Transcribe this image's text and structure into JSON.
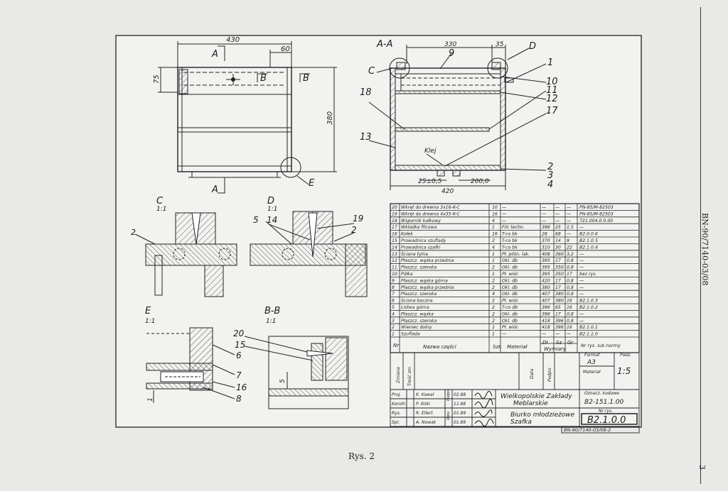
{
  "figure": {
    "caption": "Rys. 2",
    "side_code": "BN-90/7140-03/08",
    "page_number": "3"
  },
  "views": {
    "front": {
      "dims": {
        "width": "430",
        "top": "60",
        "left": "75",
        "height": "380"
      },
      "labels": {
        "sec_a_top": "A",
        "sec_a_bottom": "A",
        "sec_b1": "B",
        "sec_b2": "B",
        "detail_e": "E"
      }
    },
    "section_aa": {
      "title": "A-A",
      "dims": {
        "inner": "330",
        "right": "35",
        "bottom": "420",
        "tol_left": "25±0,5",
        "tol_right": "200,0"
      },
      "labels": {
        "c": "C",
        "d": "D",
        "glue": "Klej",
        "nine": "9"
      },
      "parts": [
        "1",
        "10",
        "11",
        "12",
        "17",
        "18",
        "13",
        "2",
        "3",
        "4"
      ]
    },
    "detail_c": {
      "title": "C",
      "scale": "1:1",
      "part": "2"
    },
    "detail_d": {
      "title": "D",
      "scale": "1:1",
      "parts": [
        "5",
        "14",
        "19",
        "2"
      ]
    },
    "detail_e": {
      "title": "E",
      "scale": "1:1",
      "parts": [
        "20",
        "15",
        "6",
        "7",
        "16",
        "8"
      ],
      "dim": "1"
    },
    "detail_bb": {
      "title": "B-B",
      "scale": "1:1",
      "dim": "5"
    }
  },
  "bom": {
    "rows": [
      [
        "20",
        "Wkręt do drewna 3x16-K-C",
        "10",
        "—",
        "—",
        "—",
        "—",
        "PN-85/M-82503"
      ],
      [
        "19",
        "Wkręt do drewna 4x35-K-C",
        "16",
        "—",
        "—",
        "—",
        "—",
        "PN-85/M-82503"
      ],
      [
        "18",
        "Wspornik kołkowy",
        "4",
        "—",
        "—",
        "—",
        "—",
        "721.004.0.0.00"
      ],
      [
        "17",
        "Wkładka filcowa",
        "1",
        "Filc techn.",
        "396",
        "25",
        "1,5",
        "—"
      ],
      [
        "16",
        "Kołek",
        "16",
        "T-co bk",
        "28",
        "68",
        "—",
        "B2.0.0.6"
      ],
      [
        "15",
        "Prowadnica szuflady",
        "2",
        "T-co bk",
        "370",
        "14",
        "9",
        "B2.1.0.5"
      ],
      [
        "14",
        "Prowadnica szafki",
        "4",
        "T-co bk",
        "310",
        "30",
        "22",
        "B2.1.0.4"
      ],
      [
        "13",
        "Ściana tylna",
        "1",
        "Pł. pilśn. lak.",
        "408",
        "360",
        "3,2",
        "—"
      ],
      [
        "12",
        "Płaszcz. wąska przednia",
        "1",
        "Okl. db",
        "395",
        "17",
        "0,8",
        "—"
      ],
      [
        "11",
        "Płaszcz. szeroka",
        "2",
        "Okl. db",
        "395",
        "350",
        "0,8",
        "—"
      ],
      [
        "10",
        "Półka",
        "1",
        "Pł. wiór.",
        "395",
        "350",
        "17",
        "bez rys."
      ],
      [
        "9",
        "Płaszcz. wąska górna",
        "2",
        "Okl. db",
        "420",
        "17",
        "0,8",
        "—"
      ],
      [
        "8",
        "Płaszcz. wąska przednia",
        "2",
        "Okl. db",
        "380",
        "17",
        "0,8",
        "—"
      ],
      [
        "7",
        "Płaszcz. szeroka",
        "4",
        "Okl. db",
        "407",
        "380",
        "0,8",
        "—"
      ],
      [
        "6",
        "Ściana boczna",
        "2",
        "Pł. wiór.",
        "407",
        "380",
        "16",
        "B2.1.0.3"
      ],
      [
        "5",
        "Listwa górna",
        "2",
        "T-co db",
        "396",
        "65",
        "16",
        "B2.1.0.2"
      ],
      [
        "4",
        "Płaszcz. wąska",
        "2",
        "Okl. db",
        "396",
        "17",
        "0,8",
        "—"
      ],
      [
        "3",
        "Płaszcz. szeroka",
        "2",
        "Okl. db",
        "418",
        "396",
        "0,8",
        "—"
      ],
      [
        "2",
        "Wieniec dolny",
        "1",
        "Pł. wiór.",
        "418",
        "396",
        "16",
        "B2.1.0.1"
      ],
      [
        "1",
        "Szuflada",
        "1",
        "—",
        "—",
        "—",
        "—",
        "B2.1.1.0"
      ]
    ],
    "header": {
      "nr": "Nr",
      "name": "Nazwa części",
      "qty": "Szt.",
      "material": "Materiał",
      "dims": "Wymiary",
      "dim_cols": [
        "Dł",
        "Sz",
        "Gr"
      ],
      "drawing": "Nr rys. lub normy"
    }
  },
  "title_block": {
    "change_labels": [
      "Zmiana",
      "Treść zm.",
      "Data",
      "Podpis"
    ],
    "format_label": "Format",
    "format": "A3",
    "scale_label": "Podz.",
    "scale": "1:5",
    "material_label": "Materiał",
    "roles": [
      "Proj.",
      "Konstr.",
      "Rys.",
      "Spr."
    ],
    "names": [
      "K. Kowal",
      "P. Iliski",
      "R. Ellert",
      "A. Nowak"
    ],
    "dates": [
      "02.88",
      "11.88",
      "01.89",
      "01.89"
    ],
    "side_labels": [
      "Data",
      "Podpis"
    ],
    "company": [
      "Wielkopolskie Zakłady",
      "Meblarskie"
    ],
    "product": [
      "Biurko młodzieżowe",
      "Szafka"
    ],
    "code_label": "Oznacz. kodowe",
    "code": "B2-151.1.00",
    "drawing_no_label": "Nr rys.",
    "drawing_no": "B2.1.0.0",
    "standard_ref": "BN-90/7140-03/08-2"
  }
}
